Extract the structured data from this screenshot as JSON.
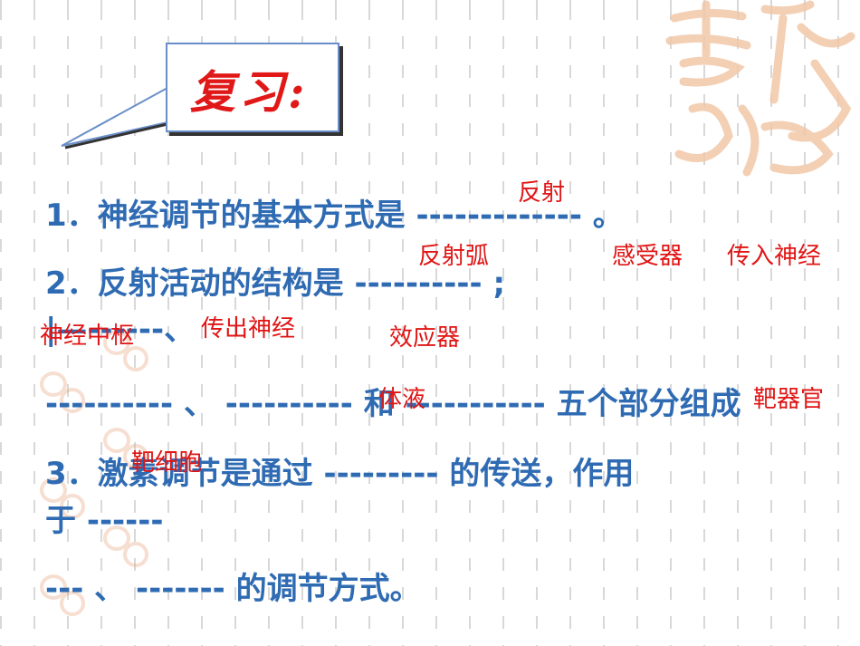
{
  "title": "复习:",
  "lines": {
    "l1": "1．神经调节的基本方式是   ------------- 。",
    "l2": "2．反射活动的结构是 ---------- ;",
    "l3": "|—------、",
    "l4": "---------- 、 ---------- 和 ----------- 五个部分组成",
    "l5": "3．激素调节是通过 --------- 的传送，作用",
    "l6": "于 ------",
    "l7": "--- 、 ------- 的调节方式。"
  },
  "answers": {
    "a1": "反射",
    "a2": "反射弧",
    "a3": "感受器",
    "a4": "传入神经",
    "a5": "神经中枢",
    "a6": "传出神经",
    "a7": "效应器",
    "a8": "体液",
    "a9": "靶器官",
    "a10": "靶细胞"
  }
}
